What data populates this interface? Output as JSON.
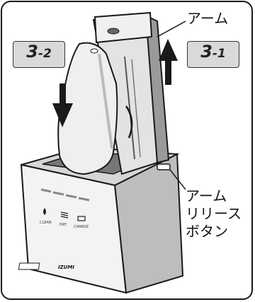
{
  "labels": {
    "arm": "アーム",
    "arm_release_line1": "アーム",
    "arm_release_line2": "リリース",
    "arm_release_line3": "ボタン"
  },
  "steps": {
    "step_left": {
      "major": "3",
      "minor": "-2"
    },
    "step_right": {
      "major": "3",
      "minor": "-1"
    }
  },
  "indicators": {
    "clean": "CLEAN",
    "dry": "DRY",
    "charge": "CHARGE"
  },
  "brand": "IZUMI",
  "colors": {
    "outline": "#1a1a1a",
    "badge_fill": "#d9d9d9",
    "body_light": "#f2f2f2",
    "body_mid": "#c8c8c8",
    "body_dark": "#8a8a8a"
  }
}
